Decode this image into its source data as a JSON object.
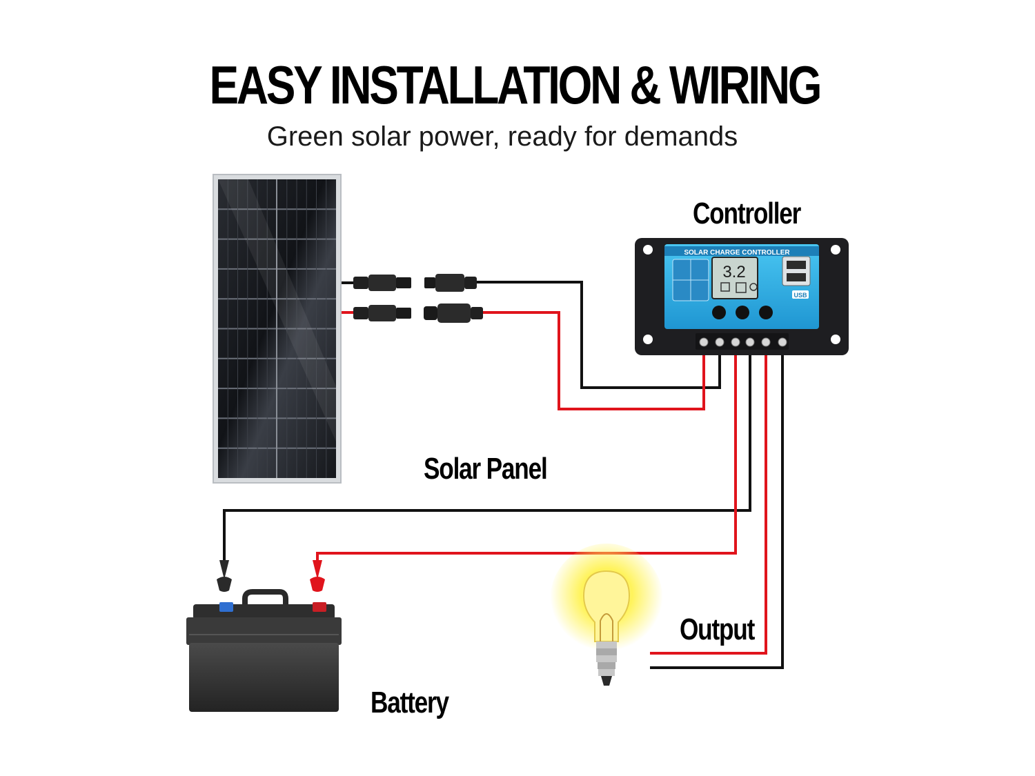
{
  "header": {
    "title": "EASY INSTALLATION & WIRING",
    "subtitle": "Green solar power, ready for demands"
  },
  "labels": {
    "controller": "Controller",
    "solar_panel": "Solar Panel",
    "output": "Output",
    "battery": "Battery"
  },
  "controller_face": {
    "header_text": "SOLAR CHARGE CONTROLLER",
    "display_value": "3.2",
    "usb_label": "USB"
  },
  "colors": {
    "positive_wire": "#e0141c",
    "negative_wire": "#111111",
    "controller_face": "#2fb3e8",
    "bulb_glow": "#fff200"
  },
  "icons": [
    "solar-panel-icon",
    "mc4-connector-icon",
    "charge-controller-icon",
    "battery-icon",
    "light-bulb-icon",
    "alligator-clip-icon"
  ]
}
